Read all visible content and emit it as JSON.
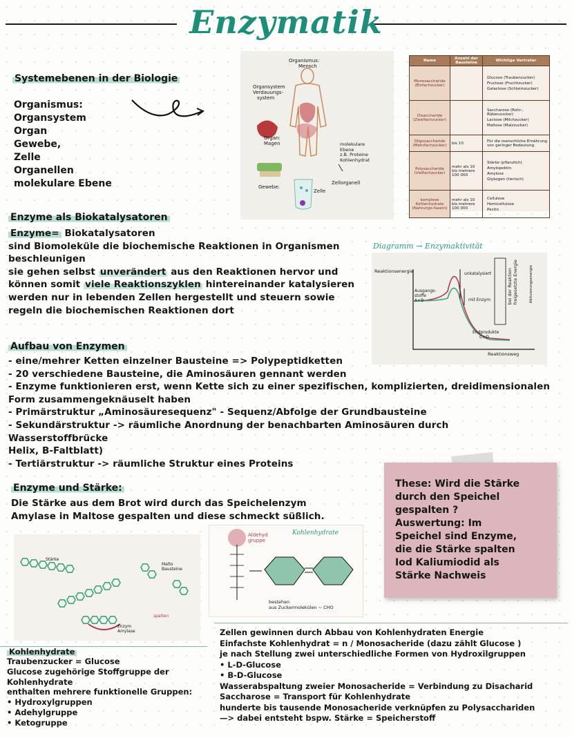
{
  "title": "Enzymatik",
  "systemebenen": {
    "heading": "Systemebenen in der Biologie",
    "items": [
      "Organismus:",
      "Organsystem",
      "Organ",
      "Gewebe,",
      "Zelle",
      "Organellen",
      "molekulare Ebene"
    ]
  },
  "body_diagram": {
    "labels": {
      "organismus": "Organismus:",
      "mensch": "Mensch",
      "organsystem": "Organsystem",
      "verdauung": "Verdauungs-",
      "system": "system",
      "organ": "Organ:",
      "magen": "Magen",
      "gewebe": "Gewebe:",
      "zelle": "Zelle",
      "zellorganell": "Zellorganell",
      "molekulare": "molekulare",
      "ebene": "Ebene",
      "zb": "z.B.",
      "proteine": "Proteine",
      "kohlenhydrat": "Kohlenhydrat"
    }
  },
  "carb_table": {
    "headers": [
      "Name",
      "Anzahl der Bausteine",
      "Wichtige Vertreter"
    ],
    "rows": [
      {
        "name": "Monosaccharide (Einfachzucker)",
        "count": "",
        "vertreter": [
          "Glucose (Traubenzucker)",
          "Fructose (Fruchtzucker)",
          "Galactose (Schleimzucker)"
        ]
      },
      {
        "name": "Disaccharide (Zweifachzucker)",
        "count": "",
        "vertreter": [
          "Saccharose (Rohr-, Rübenzucker)",
          "Lactose (Milchzucker)",
          "Maltose (Malzzucker)"
        ]
      },
      {
        "name": "Oligosaccharide (Mehrfachzucker)",
        "count": "bis 10",
        "vertreter": [
          "Für die menschliche Ernährung von geringer Bedeutung"
        ]
      },
      {
        "name": "Polysaccharide (Vielfachzucker)",
        "count": "mehr als 10 bis mehrere 100 000",
        "vertreter": [
          "Stärke (pflanzlich)",
          "Amylopektin",
          "Amylose",
          "Glykogen (tierisch)"
        ]
      },
      {
        "name": "komplexe Kohlenhydrate (Nahrungs-fasern)",
        "count": "mehr als 10 bis mehrere 100 000",
        "vertreter": [
          "Cellulose",
          "Hemicellulose",
          "Pectin"
        ]
      }
    ]
  },
  "biokatalysatoren": {
    "heading": "Enzyme als Biokatalysatoren",
    "sub": "Enzyme=",
    "sub_rest": " Biokatalysatoren",
    "l1": "sind Biomoleküle die biochemische Reaktionen in Organismen",
    "l2": "beschleunigen",
    "l3a": "sie gehen selbst ",
    "l3b": "unverändert",
    "l3c": " aus den Reaktionen hervor und",
    "l4a": "können somit ",
    "l4b": "viele Reaktionszyklen",
    "l4c": " hintereinander katalysieren",
    "l5": "werden nur in lebenden Zellen hergestellt und steuern sowie",
    "l6": "regeln die biochemischen Reaktionen dort"
  },
  "diagram": {
    "caption": "Diagramm → Enzymaktivität",
    "ylabel": "Reaktionsenergie",
    "xlabel": "Reaktionsweg",
    "ohne": "unkatalysiert",
    "mit": "mit Enzym",
    "ausgang1": "Ausgangs-",
    "ausgang2": "stoffe",
    "ausgang3": "A+B",
    "end1": "Endprodukte",
    "end2": "C+D",
    "freie1": "bei der Reaktion",
    "freie2": "freigesetzte Energie",
    "aktiv": "Aktivierungsenergie"
  },
  "aufbau": {
    "heading": "Aufbau von Enzymen",
    "lines": [
      "- eine/mehrer Ketten einzelner Bausteine => Polypeptidketten",
      "- 20 verschiedene Bausteine, die Aminosäuren gennant werden",
      "- Enzyme funktionieren erst, wenn Kette sich zu einer spezifischen, komplizierten, dreidimensionalen",
      "Form zusammengeknäuselt haben",
      "- Primärstruktur „Aminosäuresequenz\" - Sequenz/Abfolge der Grundbausteine",
      "- Sekundärstruktur -> räumliche Anordnung der benachbarten Aminosäuren durch",
      "Wasserstoffbrücke",
      "Helix, B-Faltblatt)",
      "- Tertiärstruktur -> räumliche Struktur eines Proteins"
    ]
  },
  "staerke": {
    "heading": "Enzyme und Stärke:",
    "l1": "Die Stärke aus dem Brot wird durch das Speichelenzym",
    "l2": "Amylase in Maltose gespalten und diese schmeckt süßlich."
  },
  "note": {
    "lines": [
      "These: Wird die Stärke",
      "durch den Speichel",
      "gespalten ?",
      "Auswertung: Im",
      "Speichel sind Enzyme,",
      "die die Stärke spalten",
      "Iod Kaliumiodid als",
      "Stärke Nachweis"
    ]
  },
  "amylase_img": {
    "staerke": "Stärke",
    "maltose1": "Malto",
    "maltose2": "Bausteine",
    "enzym1": "Enzym",
    "enzym2": "Amylase",
    "spalten": "spalten"
  },
  "glucose_img": {
    "caption": "Kohlenhydrate",
    "aldehyd1": "Aldehyd",
    "aldehyd2": "gruppe",
    "bestehen1": "bestehen",
    "bestehen2": "aus Zuckermolekülen ~ CHO"
  },
  "kohlenhydrate": {
    "heading": "Kohlenhydrate",
    "lines": [
      "Traubenzucker = Glucose",
      "Glucose zugehörige Stoffgruppe der",
      "Kohlenhydrate",
      "enthalten mehrere funktionelle Gruppen:",
      "• Hydroxylgruppen",
      "• Adehylgruppe",
      "• Ketogruppe"
    ]
  },
  "zellen": {
    "lines": [
      "Zellen gewinnen durch Abbau von Kohlenhydraten Energie",
      "Einfachste Kohlenhydrat = n / Monosacheride (dazu zählt Glucose )",
      "je nach Stellung zwei unterschiedliche Formen von Hydroxilgruppen",
      "• L-D-Glucose",
      "• B-D-Glucose",
      "Wasserabspaltung zweier Monosacheride = Verbindung zu Disacharid",
      "Saccharose = Transport für Kohlenhydrate",
      "hunderte bis tausende Monosacheride verknüpfen zu Polysacchariden",
      "—> dabei entsteht bspw. Stärke =   Speicherstoff"
    ]
  },
  "colors": {
    "accent": "#1d8f79",
    "highlight": "#b7ddd2",
    "note": "#dcb6bc",
    "table_head": "#a77a5a"
  }
}
